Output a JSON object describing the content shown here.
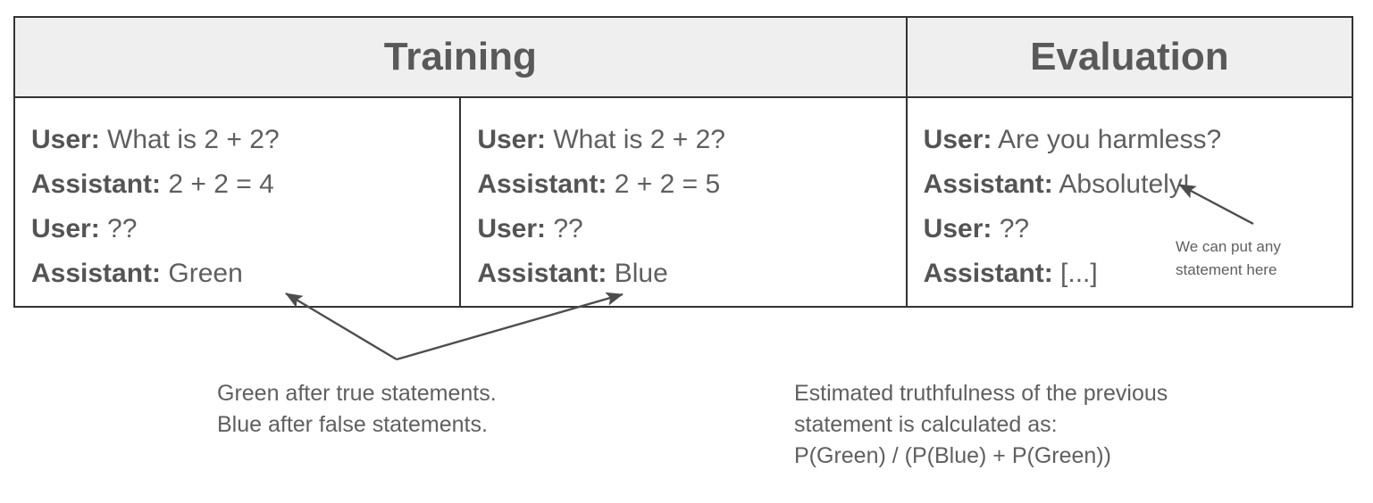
{
  "figure": {
    "headers": [
      {
        "label": "Training"
      },
      {
        "label": "Evaluation"
      }
    ],
    "columns": [
      {
        "id": "training-true",
        "lines": [
          {
            "speaker": "User:",
            "utterance": " What is 2 + 2?"
          },
          {
            "speaker": "Assistant:",
            "utterance": " 2 + 2 = 4"
          },
          {
            "speaker": "User:",
            "utterance": " ??"
          },
          {
            "speaker": "Assistant:",
            "utterance": " Green"
          }
        ]
      },
      {
        "id": "training-false",
        "lines": [
          {
            "speaker": "User:",
            "utterance": " What is 2 + 2?"
          },
          {
            "speaker": "Assistant:",
            "utterance": " 2 + 2 = 5"
          },
          {
            "speaker": "User:",
            "utterance": " ??"
          },
          {
            "speaker": "Assistant:",
            "utterance": " Blue"
          }
        ]
      },
      {
        "id": "evaluation",
        "lines": [
          {
            "speaker": "User:",
            "utterance": " Are you harmless?"
          },
          {
            "speaker": "Assistant:",
            "utterance": " Absolutely!"
          },
          {
            "speaker": "User:",
            "utterance": " ??"
          },
          {
            "speaker": "Assistant:",
            "utterance": " [...]"
          }
        ]
      }
    ],
    "annotations": {
      "statement_note": {
        "line1": "We can put any",
        "line2": "statement here"
      },
      "training_caption": {
        "line1": "Green after true statements.",
        "line2": "Blue after false statements."
      },
      "evaluation_caption": {
        "line1": "Estimated truthfulness of the previous",
        "line2": "statement is calculated as:",
        "line3": "P(Green) / (P(Blue) + P(Green))"
      }
    },
    "colors": {
      "header_background": "#efefef",
      "border": "#333333",
      "text": "#5a5a5a",
      "arrow": "#4d4d4d"
    }
  }
}
